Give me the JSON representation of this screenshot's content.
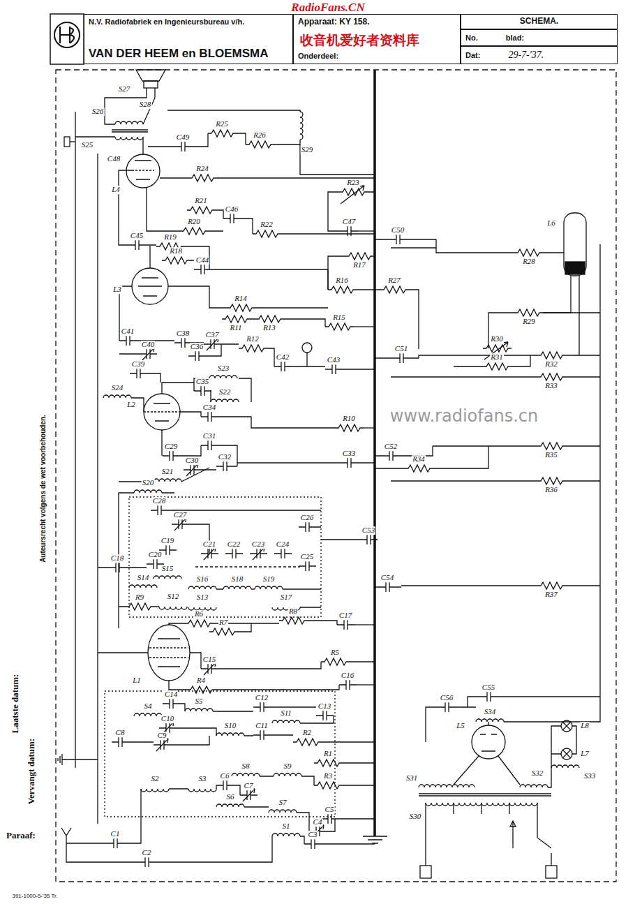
{
  "diagram": {
    "nodes": [
      {
        "text": [
          "N.V. Radiofabriek en Ingenieursbureau v/h.",
          "VAN DER HEEM en BLOEMSMA"
        ]
      },
      {
        "text": [
          "Apparaat: KY 158.",
          "Onderdeel:"
        ]
      },
      {
        "text": [
          "SCHEMA."
        ]
      },
      {
        "text": [
          "No.",
          "blad:"
        ]
      },
      {
        "text": [
          "Dat:",
          "29-7-'37."
        ]
      }
    ],
    "labels": [
      "RadioFans.CN",
      "收音机爱好者资料库",
      "www.radiofans.cn",
      "Laatste datum:",
      "Vervangt datum:",
      "Paraaf:",
      "Auteursrecht volgens de wet voorbehouden.",
      "391-1000-5-'35 Tr.",
      "S26",
      "S27",
      "S28",
      "S25",
      "C48",
      "C49",
      "R25",
      "R26",
      "S29",
      "R24",
      "L4",
      "R21",
      "R20",
      "C46",
      "R22",
      "R23",
      "C47",
      "C50",
      "C45",
      "R19",
      "R18",
      "C44",
      "R28",
      "L6",
      "L3",
      "R16",
      "R17",
      "R27",
      "R14",
      "C41",
      "C40",
      "C39",
      "C38",
      "C36",
      "C37",
      "R11",
      "R12",
      "R13",
      "R15",
      "C42",
      "C43",
      "R29",
      "R30",
      "R31",
      "R32",
      "R33",
      "C51",
      "S24",
      "S23",
      "C35",
      "S22",
      "L2",
      "C34",
      "R10",
      "C29",
      "C31",
      "C30",
      "C32",
      "C33",
      "C52",
      "R34",
      "R35",
      "S21",
      "S20",
      "R36",
      "C28",
      "C27",
      "C26",
      "C53",
      "C19",
      "C20",
      "C21",
      "C22",
      "C23",
      "C24",
      "C25",
      "C18",
      "S15",
      "S14",
      "S16",
      "S18",
      "S19",
      "R9",
      "S12",
      "S13",
      "S17",
      "C54",
      "R37",
      "R6",
      "R7",
      "R8",
      "C17",
      "R5",
      "C15",
      "L1",
      "R4",
      "C16",
      "C55",
      "C14",
      "S4",
      "S5",
      "C12",
      "C13",
      "S11",
      "C56",
      "S34",
      "L5",
      "C10",
      "S10",
      "C11",
      "C9",
      "R2",
      "L8",
      "L7",
      "S31",
      "S32",
      "S33",
      "C8",
      "S8",
      "S9",
      "R1",
      "S2",
      "S3",
      "C6",
      "C7",
      "R3",
      "S6",
      "S7",
      "S30",
      "C5",
      "C4",
      "C3",
      "S1",
      "C1",
      "C2"
    ]
  }
}
